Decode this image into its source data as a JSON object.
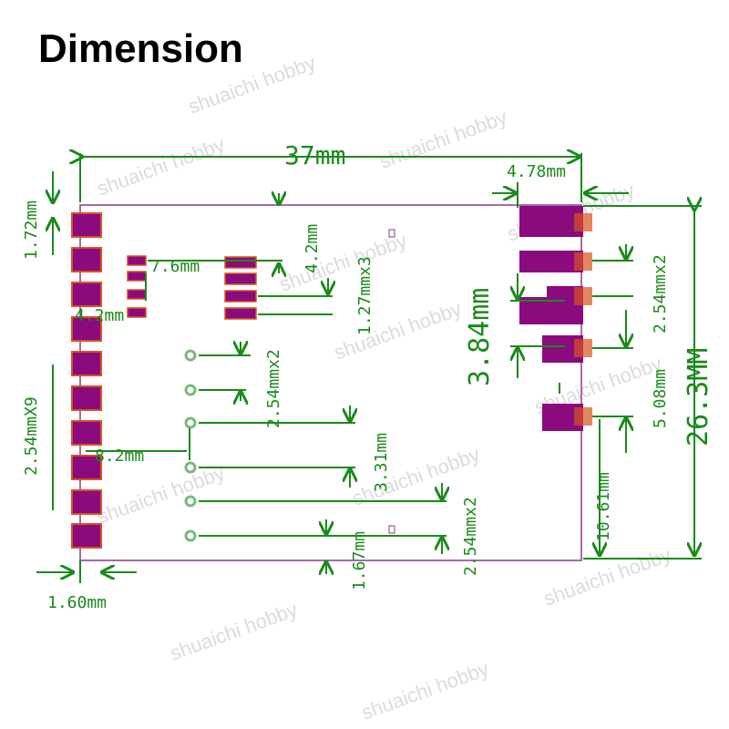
{
  "title": "Dimension",
  "watermark": "shuaichi hobby",
  "colors": {
    "dimension": "#1a8a1a",
    "pad": "#8b0a7e",
    "pad_edge": "#d9531e",
    "board": "#8a3a8a",
    "via": "#7ab87a"
  },
  "labels": {
    "width": "37mm",
    "height": "26.3MM",
    "top_right": "4.78mm",
    "left_top": "1.72mm",
    "left_pitch": "2.54mmX9",
    "bottom_left": "1.60mm",
    "small_pads": "7.6mm",
    "small_pads_left": "4.2mm",
    "top_mid": "4.2mm",
    "mid_pitch3": "1.27mmx3",
    "mid_pitch2a": "2.54mmx2",
    "center_dist": "8.2mm",
    "center_h": "3.31mm",
    "bottom_mid": "1.67mm",
    "bottom_pitch2": "2.54mmx2",
    "right_big": "3.84mm",
    "right_pitch2": "2.54mmx2",
    "right_mid": "5.08mm",
    "right_bottom": "10.61mm"
  }
}
